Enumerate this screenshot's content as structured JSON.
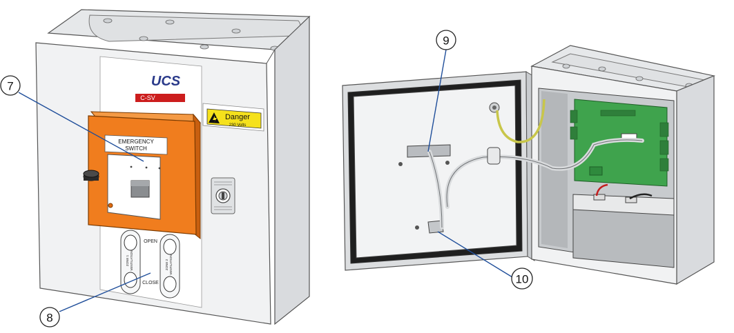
{
  "brand": {
    "logo_text": "UCS",
    "model_label": "C-SV"
  },
  "emergency_switch": {
    "label_line1": "EMERGENCY",
    "label_line2": "SWITCH"
  },
  "danger_sign": {
    "title": "Danger",
    "subtitle": "230 Volts"
  },
  "ventilation_buttons": {
    "open_label": "OPEN",
    "close_label": "CLOSE",
    "zone1_line1": "ZONE 1",
    "zone1_line2": "VENTILATION",
    "zone2_line1": "ZONE 2",
    "zone2_line2": "VENTILATION"
  },
  "callouts": [
    {
      "number": "7"
    },
    {
      "number": "8"
    },
    {
      "number": "9"
    },
    {
      "number": "10"
    }
  ],
  "colors": {
    "enclosure": "#eceeef",
    "orange_cover": "#f07d1e",
    "pcb_green": "#3fa34d",
    "leader_blue": "#1f4e9a",
    "danger_yellow": "#f5e11c",
    "earth_wire": "#c8c64a"
  }
}
